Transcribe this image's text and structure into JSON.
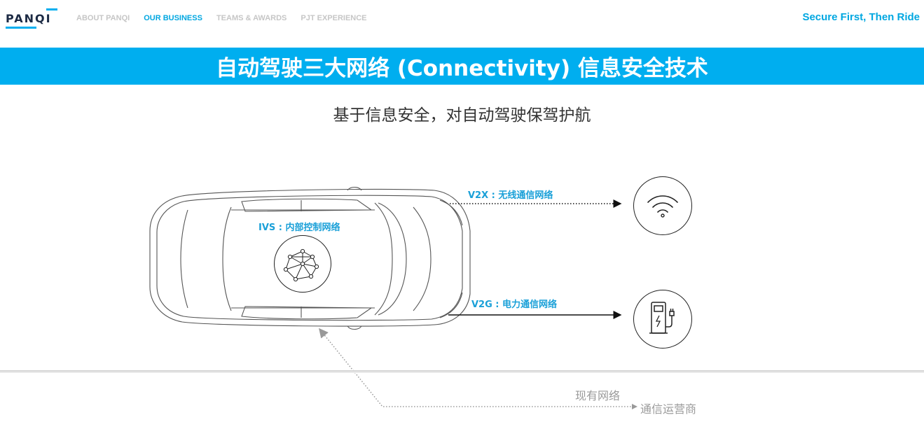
{
  "header": {
    "logo_text": "PANQI",
    "nav": [
      {
        "label": "ABOUT PANQI",
        "active": false
      },
      {
        "label": "OUR BUSINESS",
        "active": true
      },
      {
        "label": "TEAMS & AWARDS",
        "active": false
      },
      {
        "label": "PJT EXPERIENCE",
        "active": false
      }
    ],
    "slogan": "Secure First, Then Ride"
  },
  "banner": {
    "title": "自动驾驶三大网络 (Connectivity) 信息安全技术"
  },
  "subtitle": "基于信息安全，对自动驾驶保驾护航",
  "diagram": {
    "v2x_label": "V2X : 无线通信网络",
    "ivs_label": "IVS : 内部控制网络",
    "v2g_label": "V2G : 电力通信网络",
    "existing_network_label": "现有网络",
    "telecom_label": "通信运营商",
    "icons": [
      "car-top-view",
      "network-nodes-icon",
      "wifi-icon",
      "charging-station-icon"
    ]
  },
  "colors": {
    "accent": "#00aeef",
    "label_blue": "#1aa0d8",
    "nav_inactive": "#c6c6c6",
    "muted_text": "#9a9a9a"
  }
}
